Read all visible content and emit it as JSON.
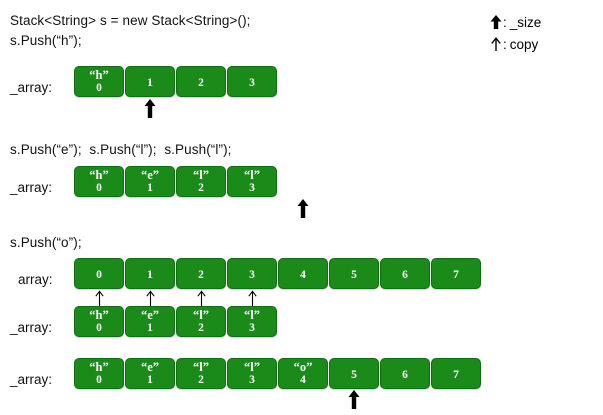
{
  "legend": {
    "size": {
      "glyph": "bold-up-arrow-icon",
      "separator": ":",
      "label": "_size"
    },
    "copy": {
      "glyph": "thin-up-arrow-icon",
      "separator": ":",
      "label": "copy"
    }
  },
  "sections": [
    {
      "code": [
        "Stack<String> s = new Stack<String>();",
        "s.Push(“h”);"
      ],
      "rows": [
        {
          "label": "_array:",
          "cells": [
            {
              "value": "“h”",
              "index": "0"
            },
            {
              "value": "",
              "index": "1"
            },
            {
              "value": "",
              "index": "2"
            },
            {
              "value": "",
              "index": "3"
            }
          ],
          "size_arrow_at": 1
        }
      ]
    },
    {
      "code": [
        "s.Push(“e”);  s.Push(“l”);  s.Push(“l”);"
      ],
      "rows": [
        {
          "label": "_array:",
          "cells": [
            {
              "value": "“h”",
              "index": "0"
            },
            {
              "value": "“e”",
              "index": "1"
            },
            {
              "value": "“l”",
              "index": "2"
            },
            {
              "value": "“l”",
              "index": "3"
            }
          ],
          "size_arrow_at": 4
        }
      ]
    },
    {
      "code": [
        "s.Push(“o”);"
      ],
      "rows": [
        {
          "label": "array:",
          "cells": [
            {
              "value": "",
              "index": "0"
            },
            {
              "value": "",
              "index": "1"
            },
            {
              "value": "",
              "index": "2"
            },
            {
              "value": "",
              "index": "3"
            },
            {
              "value": "",
              "index": "4"
            },
            {
              "value": "",
              "index": "5"
            },
            {
              "value": "",
              "index": "6"
            },
            {
              "value": "",
              "index": "7"
            }
          ],
          "copy_arrows_at": [
            0,
            1,
            2,
            3
          ]
        },
        {
          "label": "_array:",
          "cells": [
            {
              "value": "“h”",
              "index": "0"
            },
            {
              "value": "“e”",
              "index": "1"
            },
            {
              "value": "“l”",
              "index": "2"
            },
            {
              "value": "“l”",
              "index": "3"
            }
          ]
        },
        {
          "label": "_array:",
          "cells": [
            {
              "value": "“h”",
              "index": "0"
            },
            {
              "value": "“e”",
              "index": "1"
            },
            {
              "value": "“l”",
              "index": "2"
            },
            {
              "value": "“l”",
              "index": "3"
            },
            {
              "value": "“o”",
              "index": "4"
            },
            {
              "value": "",
              "index": "5"
            },
            {
              "value": "",
              "index": "6"
            },
            {
              "value": "",
              "index": "7"
            }
          ],
          "size_arrow_at": 5
        }
      ]
    }
  ],
  "colors": {
    "cell_fill": "#1a8a18",
    "cell_border": "#0f6f10",
    "text": "#111111",
    "background": "#ffffff"
  }
}
